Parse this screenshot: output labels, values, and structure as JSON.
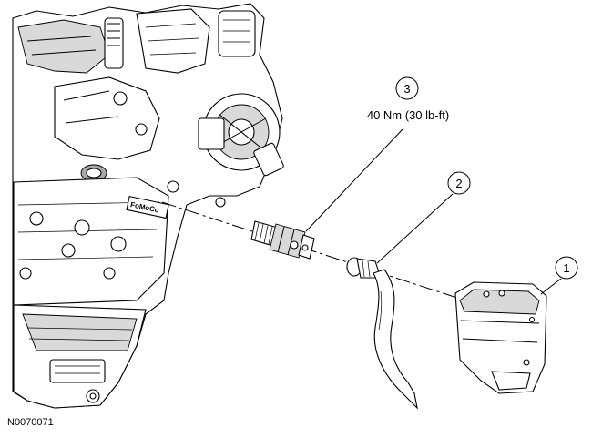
{
  "figure_id": "N0070071",
  "callouts": [
    {
      "number": "1"
    },
    {
      "number": "2"
    },
    {
      "number": "3",
      "spec": "40 Nm (30 lb-ft)"
    }
  ],
  "engine_logo_text": "FoMoCo",
  "colors": {
    "line": "#000000",
    "background": "#ffffff",
    "shade": "#d9d9d9"
  }
}
